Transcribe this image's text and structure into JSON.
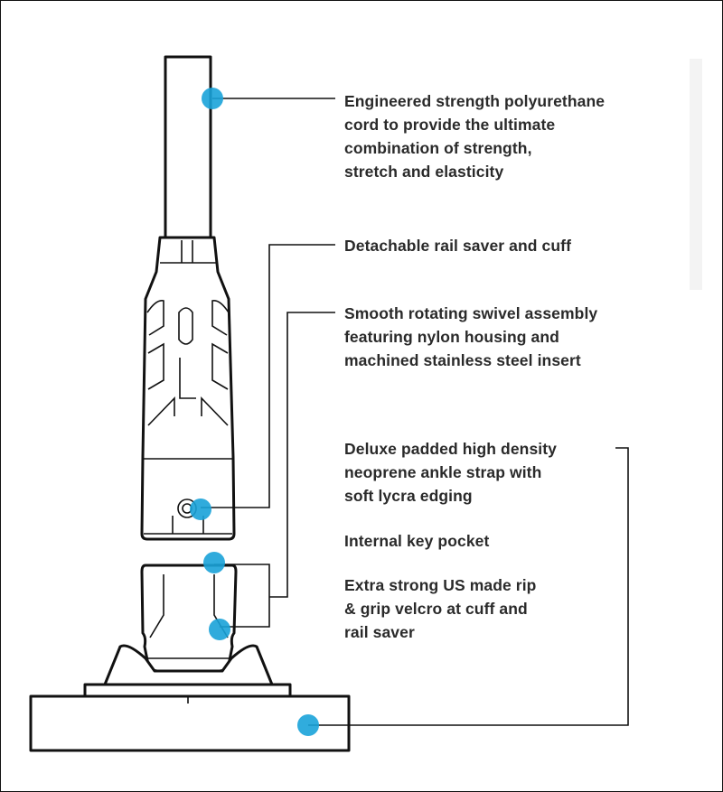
{
  "colors": {
    "accent": "#1aa3d9",
    "line": "#111111",
    "text": "#2a2a2a"
  },
  "callouts": [
    {
      "lines": [
        "Engineered strength polyurethane",
        "cord to provide the ultimate",
        "combination of strength,",
        "stretch and elasticity"
      ]
    },
    {
      "lines": [
        "Detachable rail saver and cuff"
      ]
    },
    {
      "lines": [
        "Smooth rotating swivel assembly",
        "featuring nylon housing and",
        "machined stainless steel insert"
      ]
    },
    {
      "lines": [
        "Deluxe padded high density",
        "neoprene ankle strap with",
        "soft lycra edging"
      ]
    },
    {
      "lines": [
        "Internal key pocket"
      ]
    },
    {
      "lines": [
        "Extra strong US made rip",
        "& grip velcro at cuff and",
        "rail saver"
      ]
    }
  ]
}
